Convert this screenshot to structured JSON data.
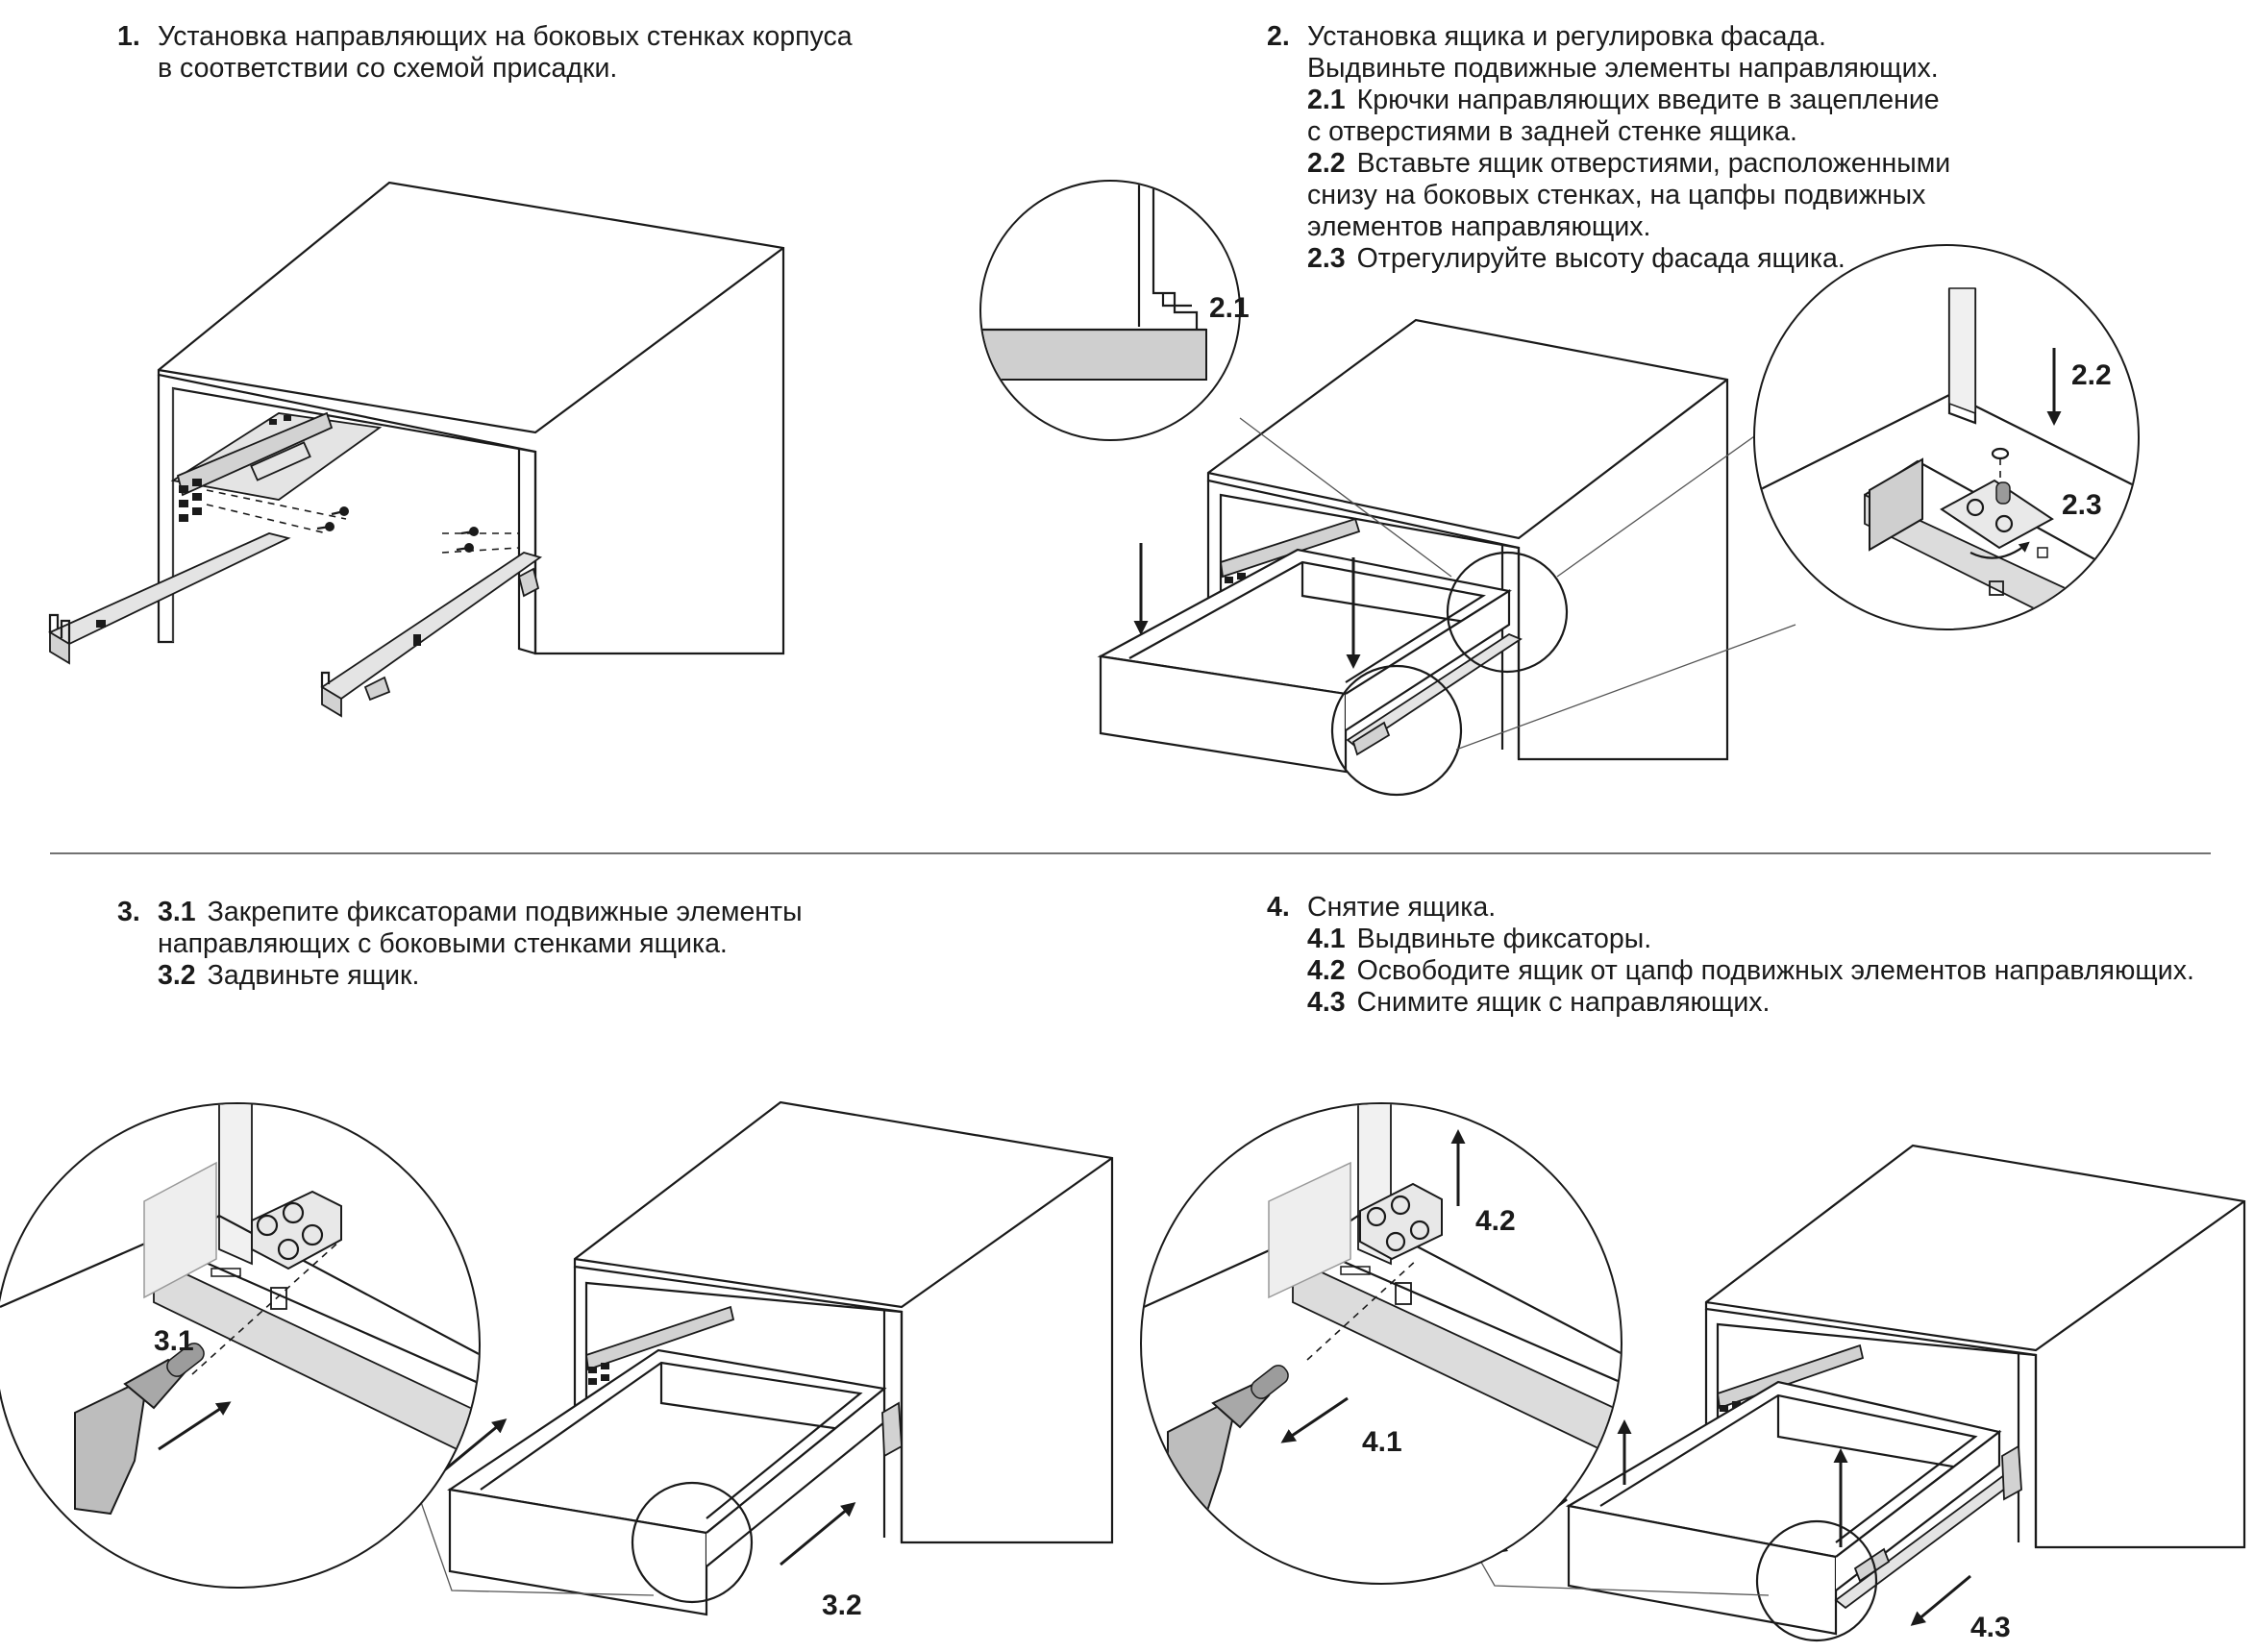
{
  "steps": [
    {
      "num": "1.",
      "lines": [
        "Установка направляющих на боковых стенках корпуса",
        "в соответствии со схемой присадки."
      ],
      "subs": []
    },
    {
      "num": "2.",
      "lines": [
        "Установка ящика и регулировка фасада.",
        "Выдвиньте подвижные элементы направляющих."
      ],
      "subs": [
        {
          "num": "2.1",
          "lines": [
            "Крючки направляющих введите в зацепление",
            "с отверстиями в задней стенке ящика."
          ]
        },
        {
          "num": "2.2",
          "lines": [
            "Вставьте ящик отверстиями, расположенными",
            "снизу на боковых стенках, на цапфы подвижных",
            "элементов направляющих."
          ]
        },
        {
          "num": "2.3",
          "lines": [
            "Отрегулируйте высоту фасада ящика."
          ]
        }
      ]
    },
    {
      "num": "3.",
      "lines": [],
      "subs": [
        {
          "num": "3.1",
          "lines": [
            "Закрепите фиксаторами подвижные элементы",
            "направляющих с боковыми стенками ящика."
          ]
        },
        {
          "num": "3.2",
          "lines": [
            "Задвиньте ящик."
          ]
        }
      ]
    },
    {
      "num": "4.",
      "lines": [
        "Снятие ящика."
      ],
      "subs": [
        {
          "num": "4.1",
          "lines": [
            "Выдвиньте фиксаторы."
          ]
        },
        {
          "num": "4.2",
          "lines": [
            "Освободите ящик от цапф подвижных элементов направляющих."
          ]
        },
        {
          "num": "4.3",
          "lines": [
            "Снимите ящик с направляющих."
          ]
        }
      ]
    }
  ],
  "callouts": {
    "c21": "2.1",
    "c22": "2.2",
    "c23": "2.3",
    "c31": "3.1",
    "c32": "3.2",
    "c41": "4.1",
    "c42": "4.2",
    "c43": "4.3"
  },
  "colors": {
    "line": "#1a1a1a",
    "fill_light": "#e4e4e4",
    "fill_grey": "#cfcfcf",
    "background": "#ffffff"
  }
}
